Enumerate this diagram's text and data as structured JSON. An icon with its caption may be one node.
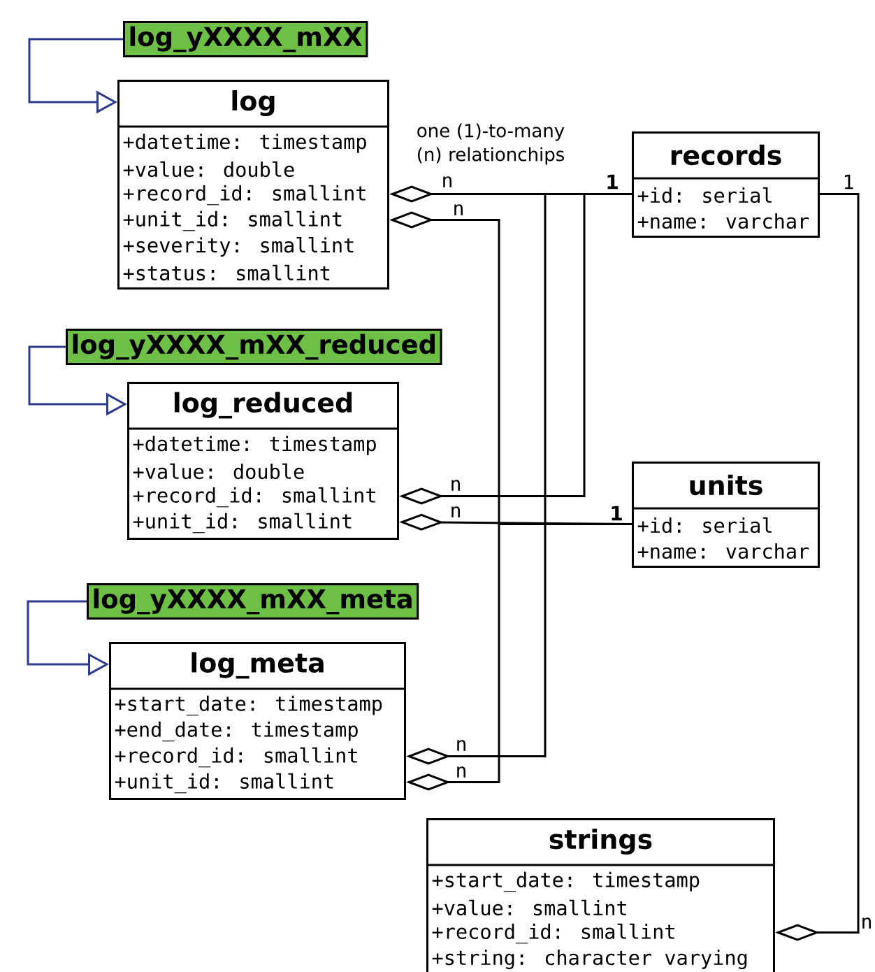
{
  "diagram": {
    "nodes": [
      {
        "text": [
          "log_yXXXX_mXX"
        ]
      },
      {
        "text": [
          "log",
          "+datetime: timestamp",
          "+value: double",
          "+record_id: smallint",
          "+unit_id: smallint",
          "+severity: smallint",
          "+status: smallint"
        ]
      },
      {
        "text": [
          "log_yXXXX_mXX_reduced"
        ]
      },
      {
        "text": [
          "log_reduced",
          "+datetime: timestamp",
          "+value: double",
          "+record_id: smallint",
          "+unit_id: smallint"
        ]
      },
      {
        "text": [
          "log_yXXXX_mXX_meta"
        ]
      },
      {
        "text": [
          "log_meta",
          "+start_date: timestamp",
          "+end_date: timestamp",
          "+record_id: smallint",
          "+unit_id: smallint"
        ]
      },
      {
        "text": [
          "records",
          "+id: serial",
          "+name: varchar"
        ]
      },
      {
        "text": [
          "units",
          "+id: serial",
          "+name: varchar"
        ]
      },
      {
        "text": [
          "strings",
          "+start_date: timestamp",
          "+value: smallint",
          "+record_id: smallint",
          "+string: character varying"
        ]
      }
    ],
    "edges": [
      {
        "from": 1,
        "to": 6,
        "arrow": "other"
      },
      {
        "from": 3,
        "to": 6,
        "arrow": "other"
      },
      {
        "from": 5,
        "to": 6,
        "arrow": "other"
      },
      {
        "from": 1,
        "to": 7,
        "arrow": "other"
      },
      {
        "from": 3,
        "to": 7,
        "arrow": "other"
      },
      {
        "from": 5,
        "to": 7,
        "arrow": "other"
      },
      {
        "from": 8,
        "to": 6,
        "arrow": "other"
      },
      {
        "from": 0,
        "to": 1,
        "arrow": "to",
        "color": "#2e3a8c"
      },
      {
        "from": 2,
        "to": 3,
        "arrow": "to",
        "color": "#2e3a8c"
      },
      {
        "from": 4,
        "to": 5,
        "arrow": "to",
        "color": "#2e3a8c"
      }
    ],
    "labels": [
      "one (1)-to-many (n) relationchips",
      "n",
      "1",
      "1",
      "n",
      "n",
      "n",
      "1",
      "n",
      "n",
      "n"
    ]
  }
}
